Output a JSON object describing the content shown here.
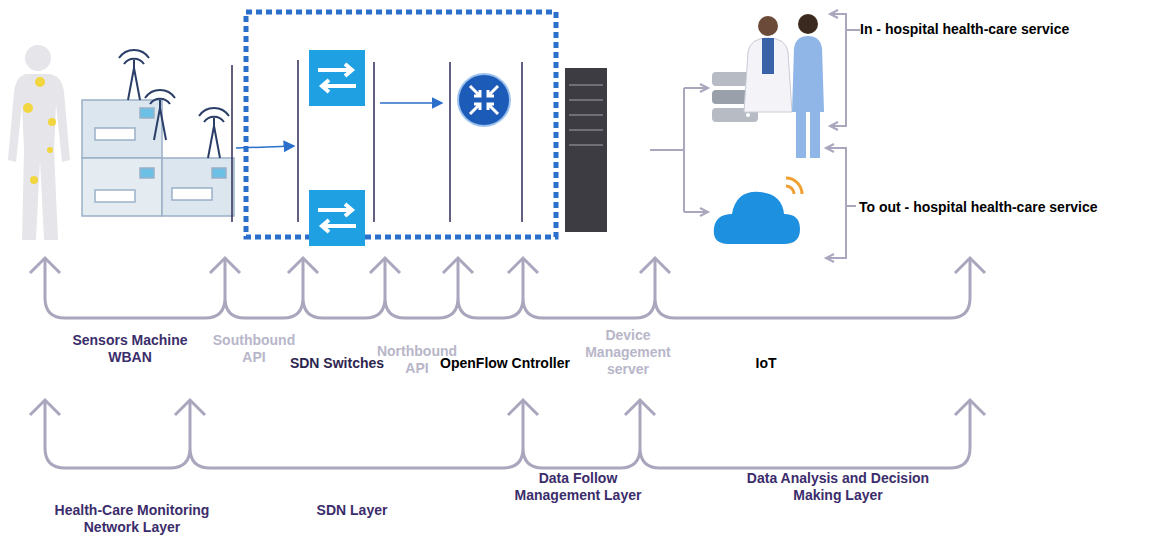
{
  "diagram": {
    "labels": [
      "In - hospital health-care service",
      "To out - hospital health-care service",
      "Sensors Machine WBAN",
      "Southbound API",
      "SDN Switches",
      "Northbound API",
      "OpenFlow Cntroller",
      "Device Management server",
      "IoT",
      "Health-Care Monitoring Network Layer",
      "SDN Layer",
      "Data Follow Management Layer",
      "Data Analysis and Decision Making Layer"
    ]
  }
}
